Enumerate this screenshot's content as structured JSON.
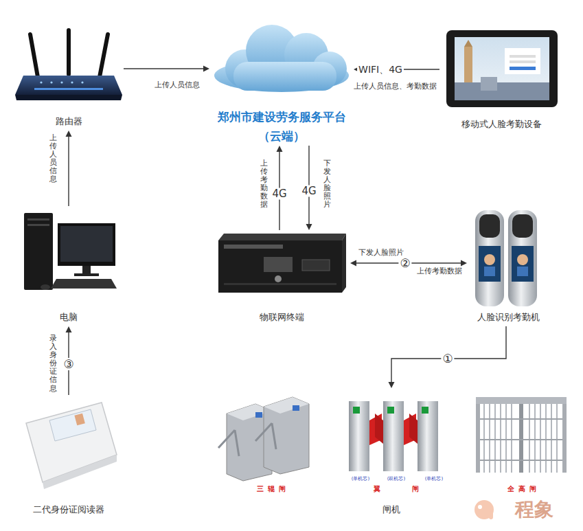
{
  "diagram": {
    "nodes": [
      {
        "text": [
          "郑州市建设劳务服务平台 （云端）"
        ]
      },
      {
        "text": [
          "路由器"
        ]
      },
      {
        "text": [
          "移动式人脸考勤设备"
        ]
      },
      {
        "text": [
          "电脑"
        ]
      },
      {
        "text": [
          "物联网终端"
        ]
      },
      {
        "text": [
          "人脸识别考勤机"
        ]
      },
      {
        "text": [
          "二代身份证阅读器"
        ]
      },
      {
        "text": [
          "闸机"
        ]
      }
    ],
    "edges": [
      {
        "from": 1,
        "to": 0,
        "arrow": "to",
        "label": "上传人员信息"
      },
      {
        "from": 2,
        "to": 0,
        "arrow": "to",
        "label": "WIFI、4G"
      },
      {
        "from": 3,
        "to": 1,
        "arrow": "to"
      },
      {
        "from": 4,
        "to": 0,
        "arrow": "to",
        "label": "4G"
      },
      {
        "from": 0,
        "to": 4,
        "arrow": "to",
        "label": "4G"
      },
      {
        "from": 4,
        "to": 5,
        "arrow": "both",
        "label": "②"
      },
      {
        "from": 5,
        "to": 7,
        "arrow": "to",
        "label": "①"
      },
      {
        "from": 6,
        "to": 3,
        "arrow": "to",
        "label": "③"
      }
    ],
    "labels": [
      "上传人员信息、考勤数据",
      "上传人员信息",
      "上传考勤数据",
      "下发人脸照片",
      "下发人脸照片",
      "上传考勤数据",
      "录入身份证信息",
      "三辊闸",
      "(单机芯)",
      "(双机芯)",
      "(单机芯)",
      "翼闸",
      "全高闸",
      "程象"
    ]
  }
}
